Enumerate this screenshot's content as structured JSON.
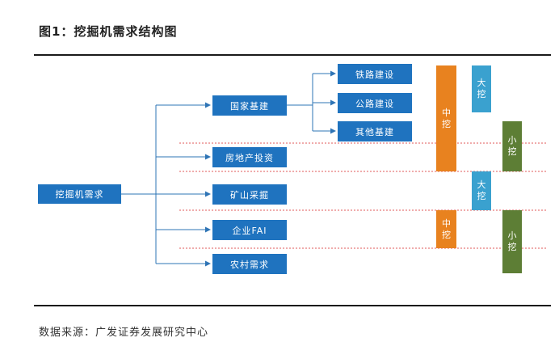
{
  "title": "图1：挖掘机需求结构图",
  "source": "数据来源：广发证券发展研究中心",
  "nodes": {
    "root": "挖掘机需求",
    "infra": "国家基建",
    "realestate": "房地产投资",
    "mining": "矿山采掘",
    "fai": "企业FAI",
    "rural": "农村需求",
    "railway": "铁路建设",
    "highway": "公路建设",
    "other_infra": "其他基建"
  },
  "bars": {
    "mid1": [
      "中",
      "挖"
    ],
    "big1": [
      "大",
      "挖"
    ],
    "small1": [
      "小",
      "挖"
    ],
    "big2": [
      "大",
      "挖"
    ],
    "mid2": [
      "中",
      "挖"
    ],
    "small2": [
      "小",
      "挖"
    ]
  },
  "colors": {
    "box": "#1f73bf",
    "mid": "#e8821f",
    "big": "#3aa1cf",
    "small": "#5d7e35",
    "connector": "#2e74b5",
    "divider": "#e05a5a"
  }
}
